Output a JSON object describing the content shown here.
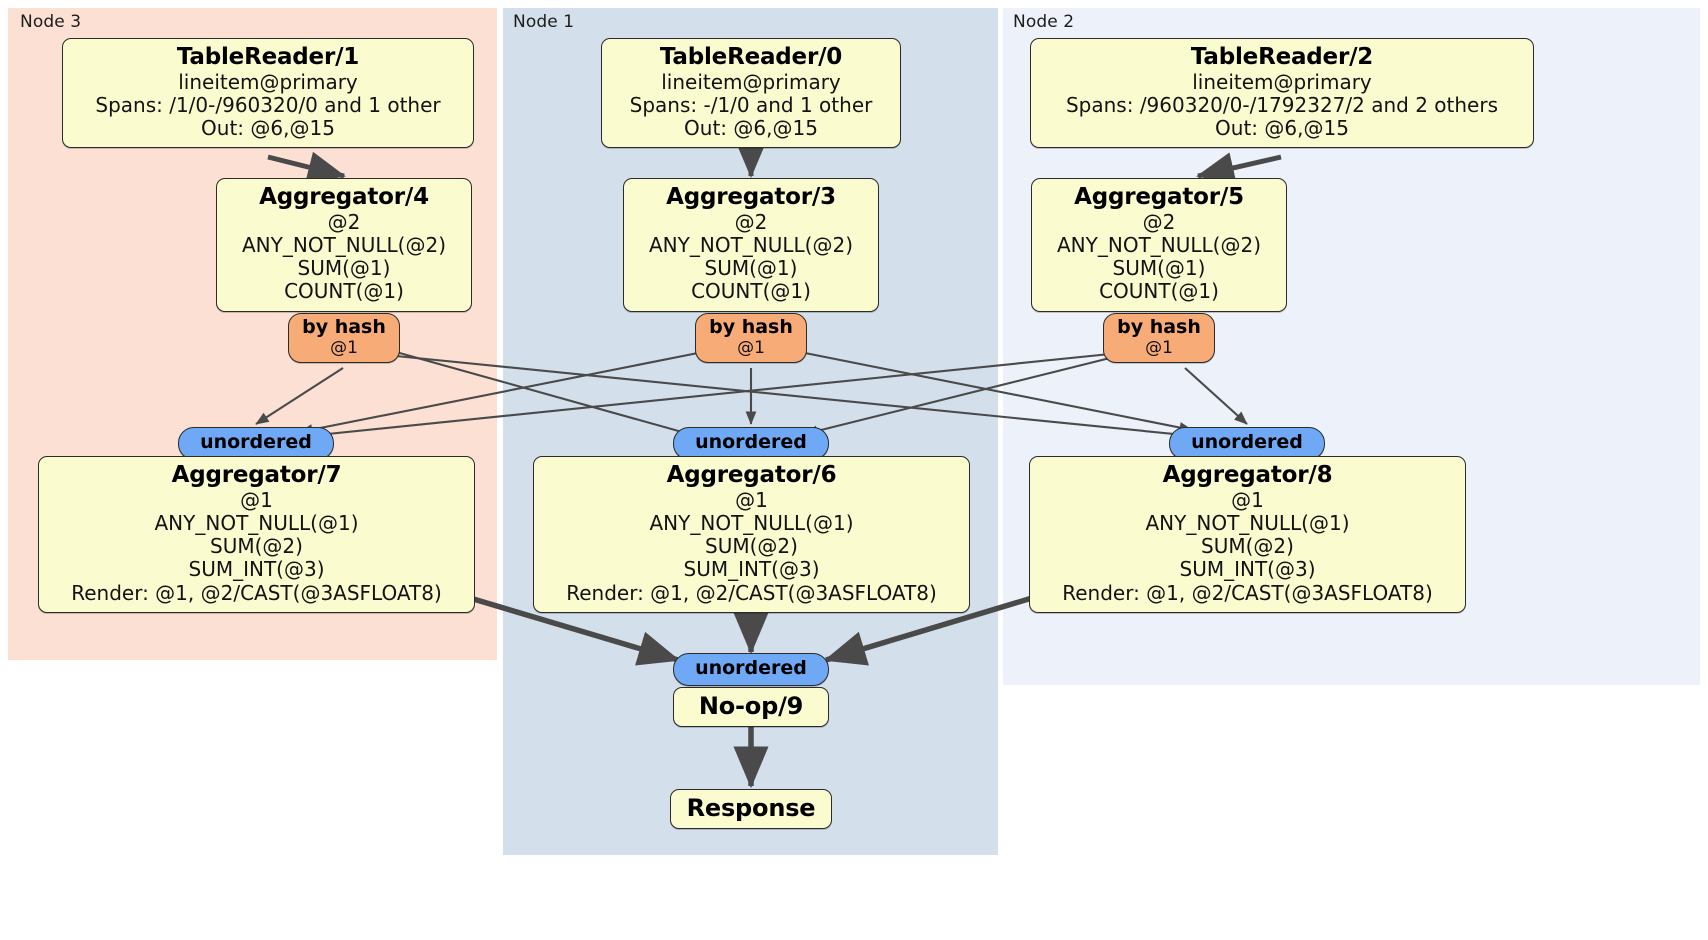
{
  "diagram": {
    "kind": "distributed-query-plan",
    "colors": {
      "node3_bg": "#fbe0d3",
      "node1_bg": "#d3e0eb",
      "node2_bg": "#edf1fa",
      "box_bg": "#fbfbd0",
      "hash_pill": "#f7ac78",
      "unordered_pill": "#6fa8f5",
      "edge": "#4a4a4a",
      "border": "#2b2b2b"
    }
  },
  "nodes": [
    {
      "id": "node3",
      "label": "Node 3"
    },
    {
      "id": "node1",
      "label": "Node 1"
    },
    {
      "id": "node2",
      "label": "Node 2"
    }
  ],
  "table_readers": [
    {
      "title": "TableReader/1",
      "lines": [
        "lineitem@primary",
        "Spans: /1/0-/960320/0 and 1 other",
        "Out: @6,@15"
      ]
    },
    {
      "title": "TableReader/0",
      "lines": [
        "lineitem@primary",
        "Spans: -/1/0 and 1 other",
        "Out: @6,@15"
      ]
    },
    {
      "title": "TableReader/2",
      "lines": [
        "lineitem@primary",
        "Spans: /960320/0-/1792327/2 and 2 others",
        "Out: @6,@15"
      ]
    }
  ],
  "local_aggregators": [
    {
      "title": "Aggregator/4",
      "lines": [
        "@2",
        "ANY_NOT_NULL(@2)",
        "SUM(@1)",
        "COUNT(@1)"
      ]
    },
    {
      "title": "Aggregator/3",
      "lines": [
        "@2",
        "ANY_NOT_NULL(@2)",
        "SUM(@1)",
        "COUNT(@1)"
      ]
    },
    {
      "title": "Aggregator/5",
      "lines": [
        "@2",
        "ANY_NOT_NULL(@2)",
        "SUM(@1)",
        "COUNT(@1)"
      ]
    }
  ],
  "hash_routers": [
    {
      "label": "by hash",
      "sub": "@1"
    },
    {
      "label": "by hash",
      "sub": "@1"
    },
    {
      "label": "by hash",
      "sub": "@1"
    }
  ],
  "unordered_synchronizers": [
    {
      "label": "unordered"
    },
    {
      "label": "unordered"
    },
    {
      "label": "unordered"
    },
    {
      "label": "unordered"
    }
  ],
  "final_aggregators": [
    {
      "title": "Aggregator/7",
      "lines": [
        "@1",
        "ANY_NOT_NULL(@1)",
        "SUM(@2)",
        "SUM_INT(@3)",
        "Render: @1, @2/CAST(@3ASFLOAT8)"
      ]
    },
    {
      "title": "Aggregator/6",
      "lines": [
        "@1",
        "ANY_NOT_NULL(@1)",
        "SUM(@2)",
        "SUM_INT(@3)",
        "Render: @1, @2/CAST(@3ASFLOAT8)"
      ]
    },
    {
      "title": "Aggregator/8",
      "lines": [
        "@1",
        "ANY_NOT_NULL(@1)",
        "SUM(@2)",
        "SUM_INT(@3)",
        "Render: @1, @2/CAST(@3ASFLOAT8)"
      ]
    }
  ],
  "noop": {
    "title": "No-op/9"
  },
  "response": {
    "title": "Response"
  }
}
